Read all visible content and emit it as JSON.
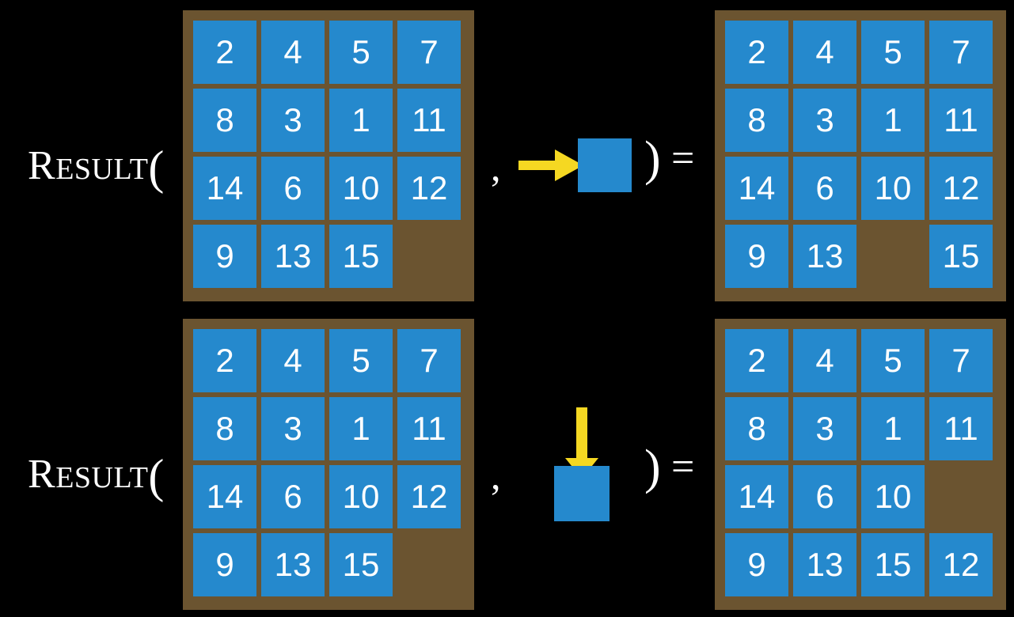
{
  "scene": {
    "background_color": "#000000",
    "tile_color": "#2589cd",
    "board_color": "#6b5430",
    "arrow_color": "#f5d822",
    "text_color": "#ffffff"
  },
  "labels": {
    "result_cap": "R",
    "result_smallcaps": "ESULT",
    "open_paren": "(",
    "close_paren": ")",
    "equals": "=",
    "comma": ","
  },
  "rows": [
    {
      "id": "row-move-right",
      "label": {
        "cap": "R",
        "rest": "ESULT",
        "paren": "("
      },
      "input_board": {
        "name": "input-board-right-move",
        "grid": [
          [
            "2",
            "4",
            "5",
            "7"
          ],
          [
            "8",
            "3",
            "1",
            "11"
          ],
          [
            "14",
            "6",
            "10",
            "12"
          ],
          [
            "9",
            "13",
            "15",
            ""
          ]
        ]
      },
      "action": {
        "name": "move-right-action",
        "direction": "right",
        "arrow_icon": "arrow-right-icon",
        "square_icon": "blue-tile-icon"
      },
      "output_board": {
        "name": "output-board-right-move",
        "grid": [
          [
            "2",
            "4",
            "5",
            "7"
          ],
          [
            "8",
            "3",
            "1",
            "11"
          ],
          [
            "14",
            "6",
            "10",
            "12"
          ],
          [
            "9",
            "13",
            "",
            "15"
          ]
        ]
      }
    },
    {
      "id": "row-move-down",
      "label": {
        "cap": "R",
        "rest": "ESULT",
        "paren": "("
      },
      "input_board": {
        "name": "input-board-down-move",
        "grid": [
          [
            "2",
            "4",
            "5",
            "7"
          ],
          [
            "8",
            "3",
            "1",
            "11"
          ],
          [
            "14",
            "6",
            "10",
            "12"
          ],
          [
            "9",
            "13",
            "15",
            ""
          ]
        ]
      },
      "action": {
        "name": "move-down-action",
        "direction": "down",
        "arrow_icon": "arrow-down-icon",
        "square_icon": "blue-tile-icon"
      },
      "output_board": {
        "name": "output-board-down-move",
        "grid": [
          [
            "2",
            "4",
            "5",
            "7"
          ],
          [
            "8",
            "3",
            "1",
            "11"
          ],
          [
            "14",
            "6",
            "10",
            ""
          ],
          [
            "9",
            "13",
            "15",
            "12"
          ]
        ]
      }
    }
  ]
}
